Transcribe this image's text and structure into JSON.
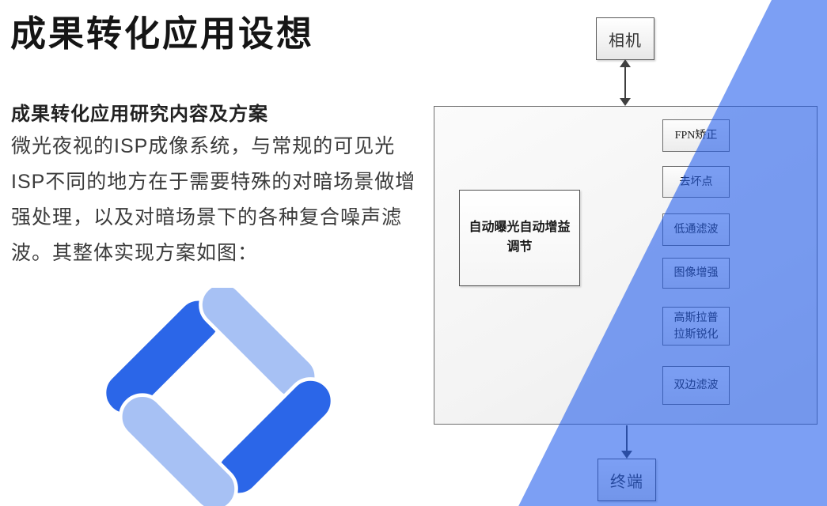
{
  "header": {
    "title": "成果转化应用设想"
  },
  "intro": {
    "subtitle": "成果转化应用研究内容及方案",
    "body": "微光夜视的ISP成像系统，与常规的可见光ISP不同的地方在于需要特殊的对暗场景做增强处理，以及对暗场景下的各种复合噪声滤波。其整体实现方案如图："
  },
  "logo": {
    "dark_blue": "#2B66E8",
    "light_blue": "#A7C1F4"
  },
  "diagram": {
    "camera_label": "相机",
    "terminal_label": "终端",
    "auto_exposure_box": {
      "line1": "自动曝光自动增益",
      "line2": "调节"
    },
    "stages": [
      "FPN矫正",
      "去坏点",
      "低通滤波",
      "图像增强",
      "高斯拉普拉斯锐化",
      "双边滤波"
    ]
  },
  "overlay": {
    "blue": "#1E5AEC",
    "opacity": "0.58",
    "css": "background: rgba(30,90,236,0.58);"
  }
}
